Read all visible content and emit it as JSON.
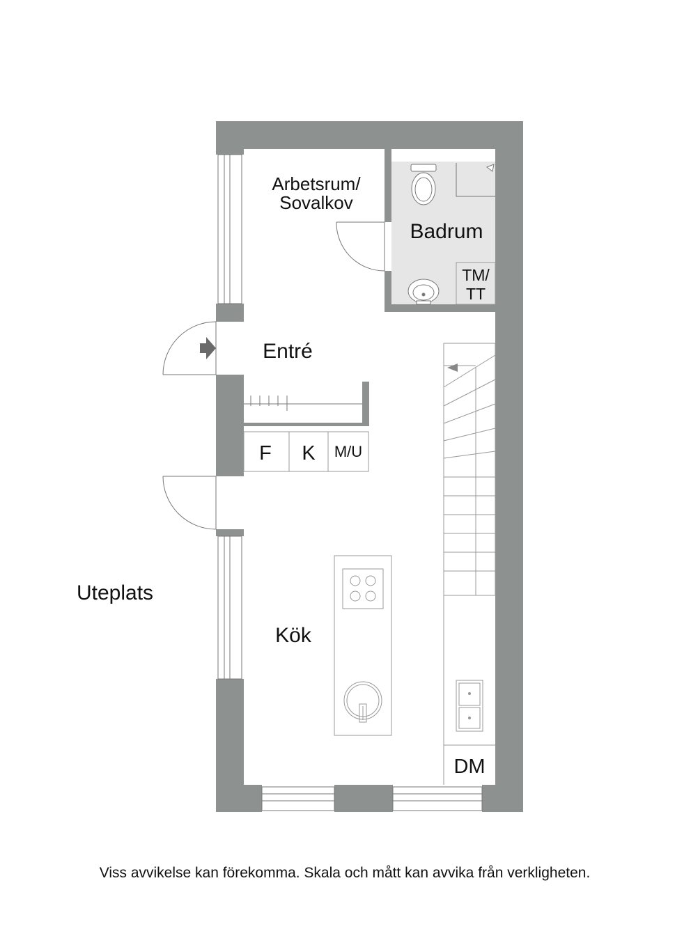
{
  "rooms": {
    "arbetsrum_line1": "Arbetsrum/",
    "arbetsrum_line2": "Sovalkov",
    "badrum": "Badrum",
    "tmtt_line1": "TM/",
    "tmtt_line2": "TT",
    "entre": "Entré",
    "kok": "Kök",
    "uteplats": "Uteplats",
    "dm": "DM"
  },
  "closets": {
    "f": "F",
    "k": "K",
    "mu": "M/U"
  },
  "disclaimer": "Viss avvikelse kan förekomma. Skala och mått kan avvika från verkligheten.",
  "colors": {
    "wall": "#8d9190",
    "bathroom_floor": "#e6e6e6",
    "line": "#666666"
  }
}
